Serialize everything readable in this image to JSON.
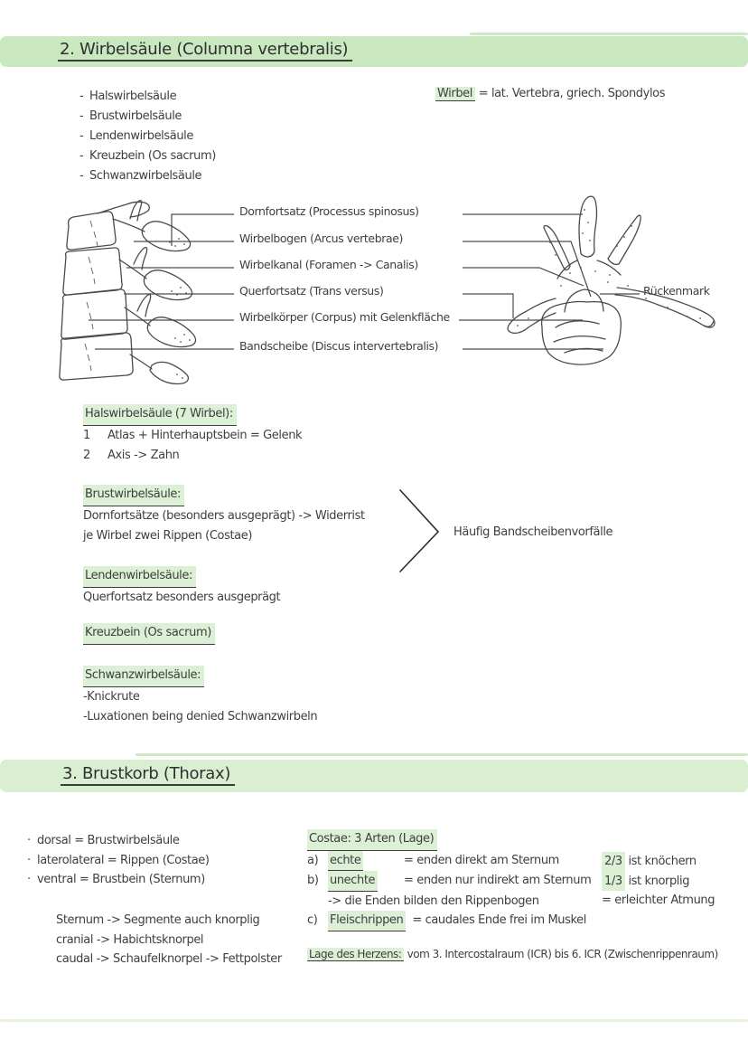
{
  "markers": {
    "dash": "-",
    "dot": "·"
  },
  "colors": {
    "banner1": "#c9e8c0",
    "banner2": "#daefd2",
    "highlight": "#dcf0d5",
    "ink": "#3e3e3e"
  },
  "section2": {
    "title": "2. Wirbelsäule (Columna vertebralis)",
    "definition": {
      "term": "Wirbel",
      "text": "= lat. Vertebra, griech. Spondylos"
    },
    "bullets": [
      "Halswirbelsäule",
      "Brustwirbelsäule",
      "Lendenwirbelsäule",
      "Kreuzbein (Os sacrum)",
      "Schwanzwirbelsäule"
    ],
    "diagram": {
      "labels": [
        "Dornfortsatz (Processus spinosus)",
        "Wirbelbogen (Arcus vertebrae)",
        "Wirbelkanal (Foramen -> Canalis)",
        "Querfortsatz (Trans versus)",
        "Wirbelkörper (Corpus) mit Gelenkfläche",
        "Bandscheibe (Discus intervertebralis)"
      ],
      "spinal_cord_label": "Rückenmark"
    },
    "cervical": {
      "heading": "Halswirbelsäule (7 Wirbel):",
      "items": [
        {
          "num": "1",
          "text": "Atlas + Hinterhauptsbein = Gelenk"
        },
        {
          "num": "2",
          "text": "Axis -> Zahn"
        }
      ]
    },
    "thoracic": {
      "heading": "Brustwirbelsäule:",
      "lines": [
        "Dornfortsätze (besonders ausgeprägt) -> Widerrist",
        "je Wirbel zwei Rippen (Costae)"
      ],
      "annotation": "Häufig Bandscheibenvorfälle"
    },
    "lumbar": {
      "heading": "Lendenwirbelsäule:",
      "lines": [
        "Querfortsatz besonders ausgeprägt"
      ]
    },
    "sacrum": {
      "heading": "Kreuzbein (Os sacrum)"
    },
    "caudal": {
      "heading": "Schwanzwirbelsäule:",
      "lines": [
        "-Knickrute",
        "-Luxationen being denied Schwanzwirbeln"
      ]
    }
  },
  "section3": {
    "title": "3. Brustkorb (Thorax)",
    "orientation": [
      "dorsal = Brustwirbelsäule",
      "laterolateral = Rippen (Costae)",
      "ventral = Brustbein (Sternum)"
    ],
    "sternum_lines": [
      "Sternum -> Segmente auch knorplig",
      "cranial -> Habichtsknorpel",
      "caudal -> Schaufelknorpel -> Fettpolster"
    ],
    "costae": {
      "heading": "Costae: 3 Arten (Lage)",
      "rows": [
        {
          "prefix": "a)",
          "term": "echte",
          "def": "= enden direkt am Sternum"
        },
        {
          "prefix": "b)",
          "term": "unechte",
          "def": "= enden nur indirekt am Sternum"
        },
        {
          "prefix": "",
          "term": "",
          "def": "-> die Enden bilden den Rippenbogen"
        },
        {
          "prefix": "c)",
          "term": "Fleischrippen",
          "def": "= caudales Ende frei im Muskel"
        }
      ]
    },
    "side_notes": [
      {
        "highlight": "2/3",
        "text": " ist knöchern"
      },
      {
        "highlight": "1/3",
        "text": " ist knorplig"
      },
      {
        "highlight": "",
        "text": "= erleichter Atmung"
      }
    ],
    "heart": {
      "term": "Lage des Herzens:",
      "text": " vom 3. Intercostalraum (ICR) bis 6. ICR (Zwischenrippenraum)"
    }
  }
}
